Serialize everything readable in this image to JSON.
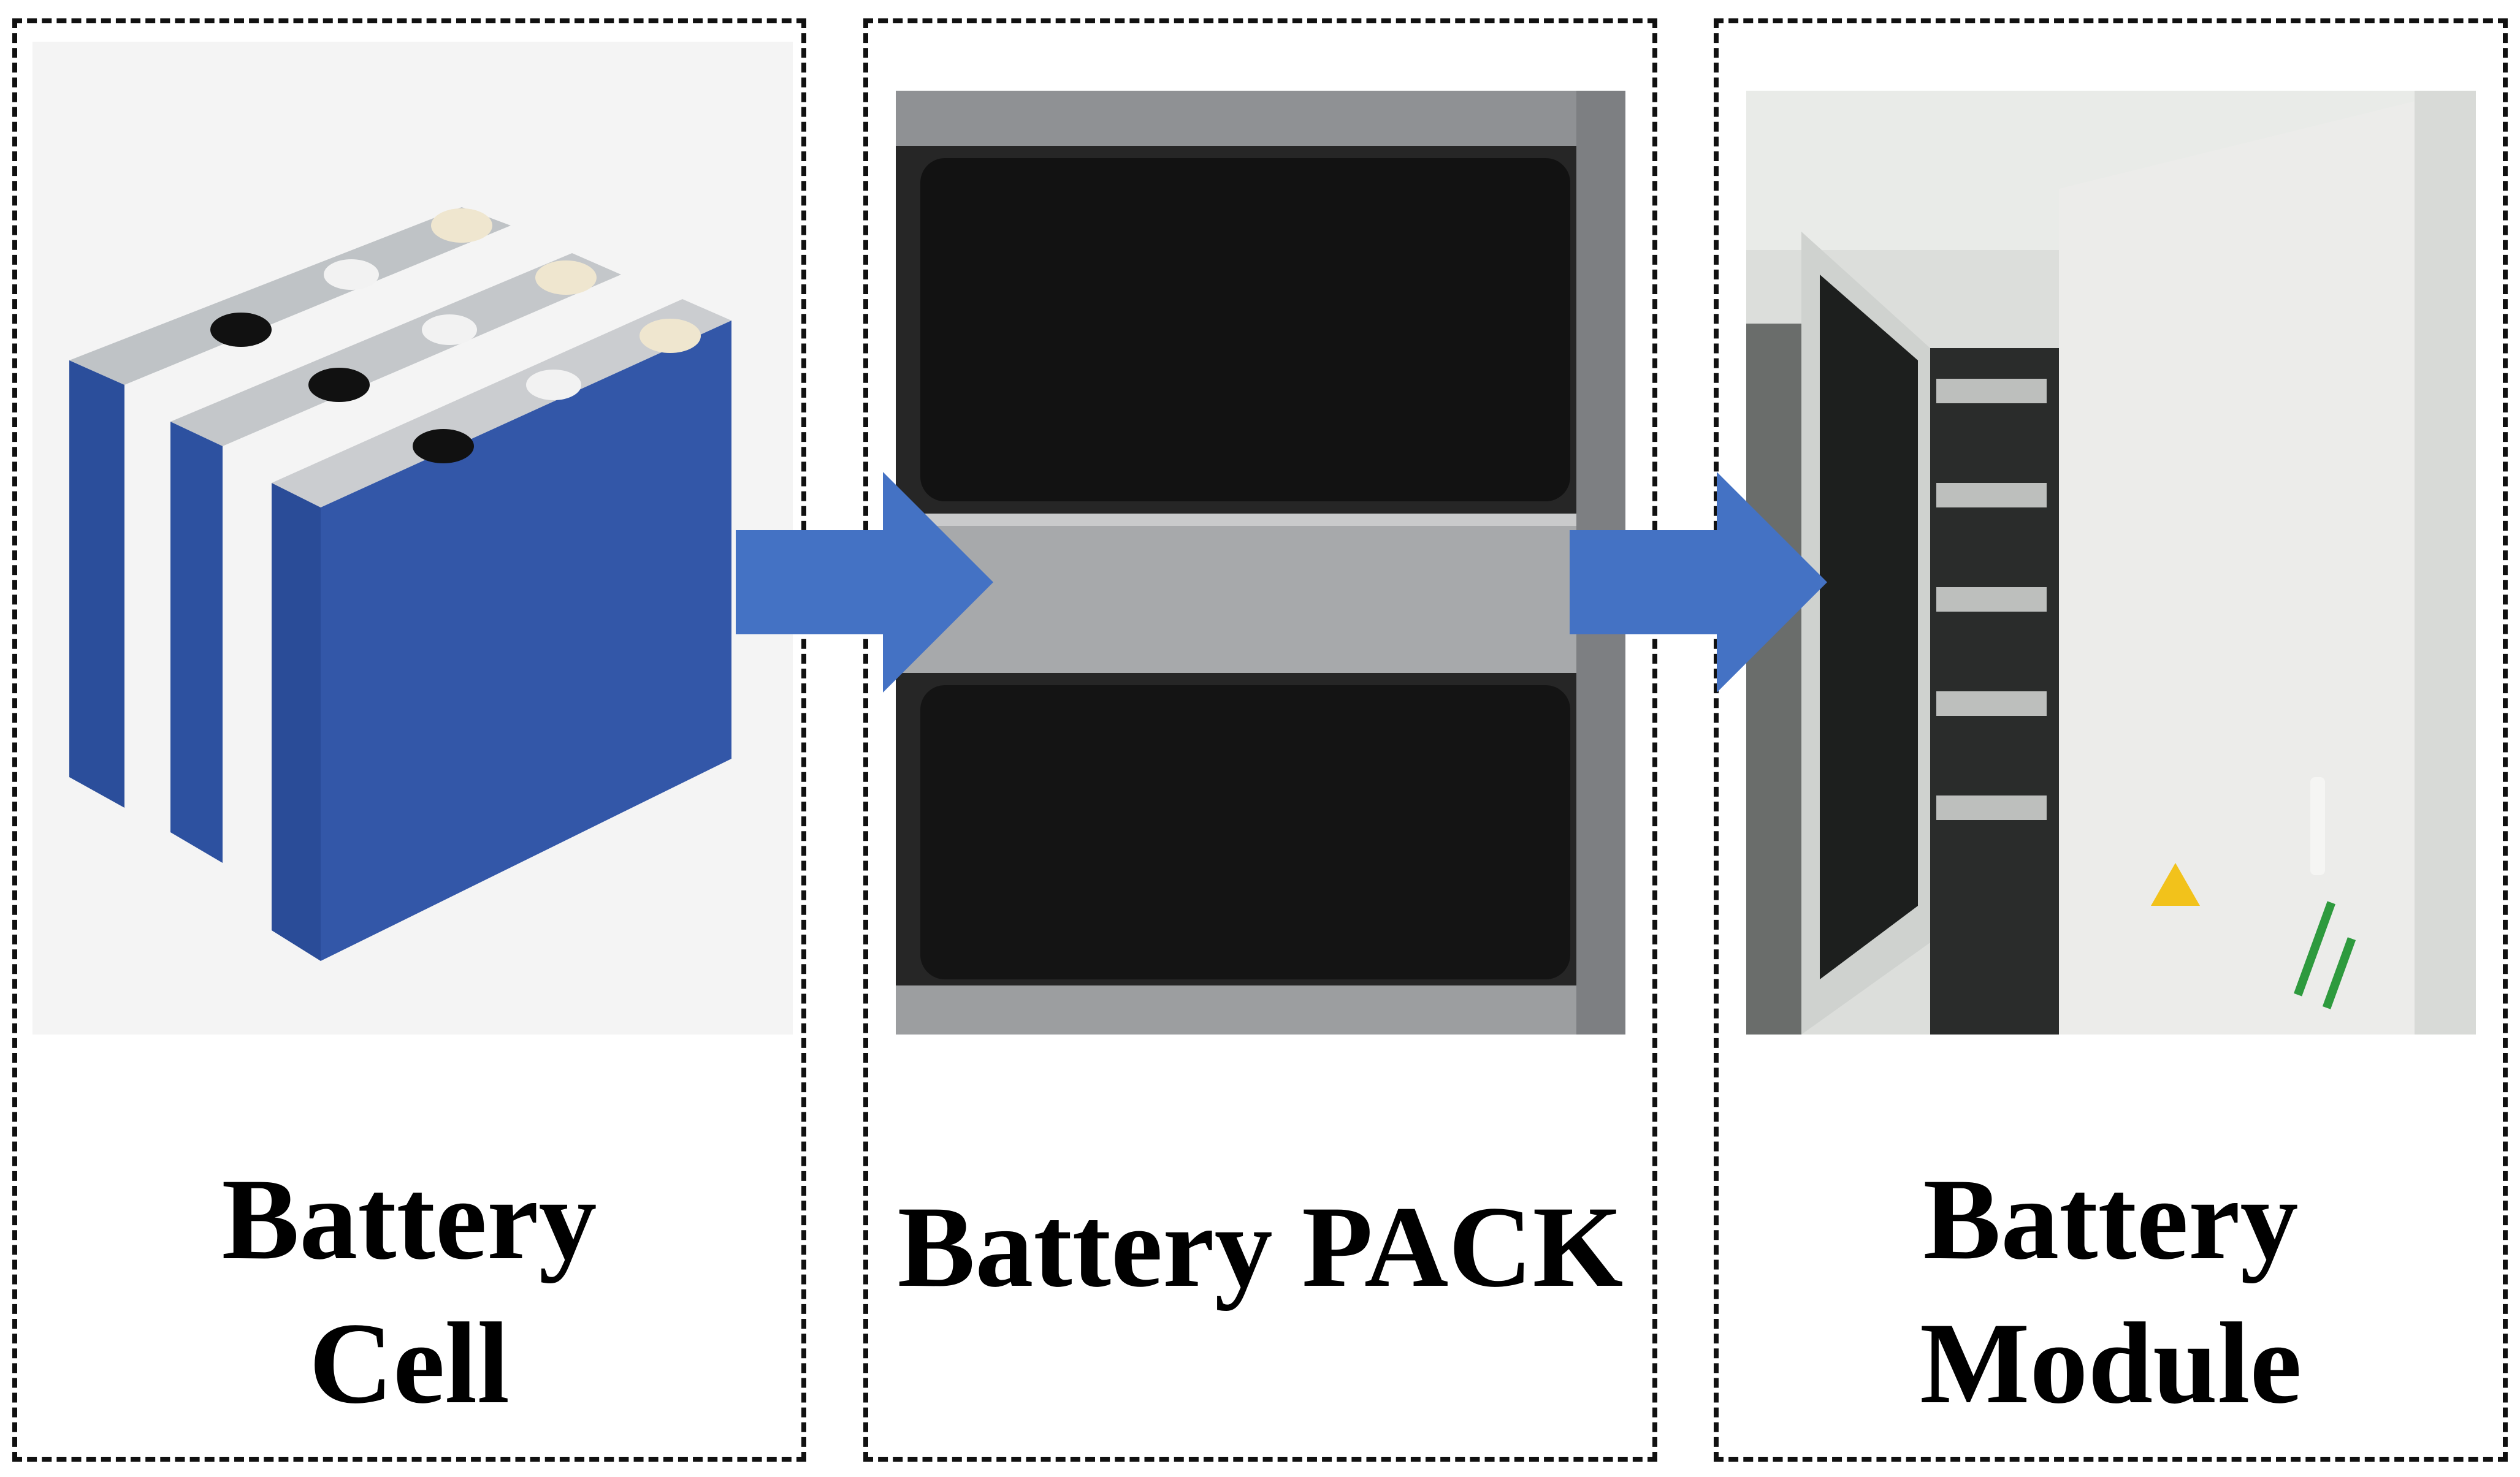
{
  "stages": [
    {
      "id": "cell",
      "caption": [
        "Battery",
        "Cell"
      ]
    },
    {
      "id": "pack",
      "caption": [
        "Battery PACK"
      ]
    },
    {
      "id": "module",
      "caption": [
        "Battery",
        "Module"
      ]
    }
  ],
  "colors": {
    "arrow": "#4472C4",
    "cell_body": "#2F53A3",
    "border": "#111111"
  },
  "icons": {
    "arrow": "right-arrow-icon"
  }
}
